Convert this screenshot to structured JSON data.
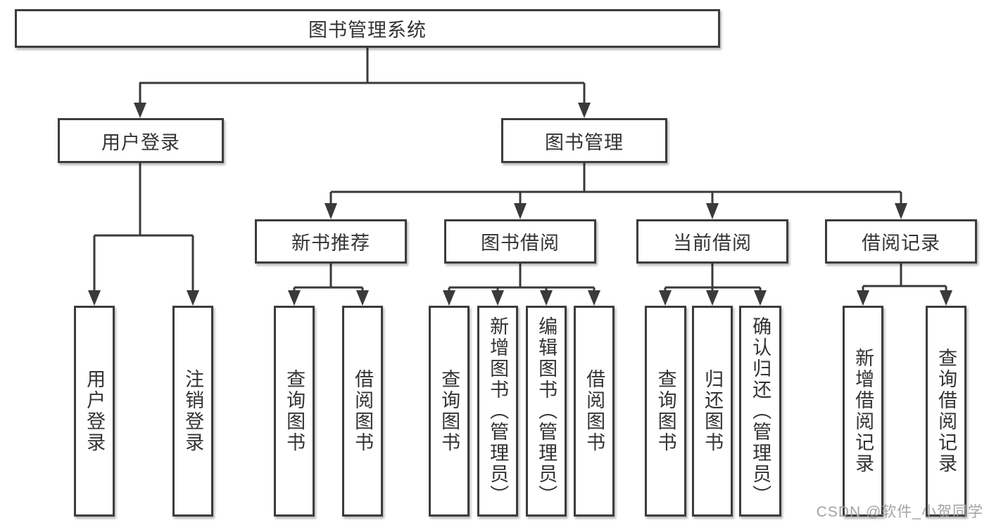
{
  "diagram_type": "hierarchy-tree",
  "tree": {
    "label": "图书管理系统",
    "children": [
      {
        "label": "用户登录",
        "children": [
          {
            "label": "用户登录"
          },
          {
            "label": "注销登录"
          }
        ]
      },
      {
        "label": "图书管理",
        "children": [
          {
            "label": "新书推荐",
            "children": [
              {
                "label": "查询图书"
              },
              {
                "label": "借阅图书"
              }
            ]
          },
          {
            "label": "图书借阅",
            "children": [
              {
                "label": "查询图书"
              },
              {
                "label": "新增图书（管理员）"
              },
              {
                "label": "编辑图书（管理员）"
              },
              {
                "label": "借阅图书"
              }
            ]
          },
          {
            "label": "当前借阅",
            "children": [
              {
                "label": "查询图书"
              },
              {
                "label": "归还图书"
              },
              {
                "label": "确认归还（管理员）"
              }
            ]
          },
          {
            "label": "借阅记录",
            "children": [
              {
                "label": "新增借阅记录"
              },
              {
                "label": "查询借阅记录"
              }
            ]
          }
        ]
      }
    ]
  },
  "watermark": "CSDN @软件_小贺同学",
  "colors": {
    "line": "#3a3a3a",
    "border": "#3c3c3c",
    "text": "#333333",
    "watermark": "#a3a3a3",
    "background": "#ffffff"
  }
}
